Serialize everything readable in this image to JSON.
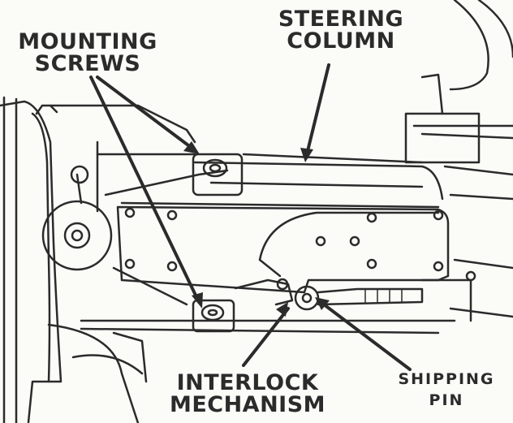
{
  "labels": {
    "mounting_screws": {
      "line1": "MOUNTING",
      "line2": "SCREWS"
    },
    "steering_column": {
      "line1": "STEERING",
      "line2": "COLUMN"
    },
    "interlock_mechanism": {
      "line1": "INTERLOCK",
      "line2": "MECHANISM"
    },
    "shipping_pin": {
      "line1": "SHIPPING",
      "line2": "PIN"
    }
  },
  "colors": {
    "ink": "#2b2b2b",
    "paper": "#fbfbf8"
  }
}
